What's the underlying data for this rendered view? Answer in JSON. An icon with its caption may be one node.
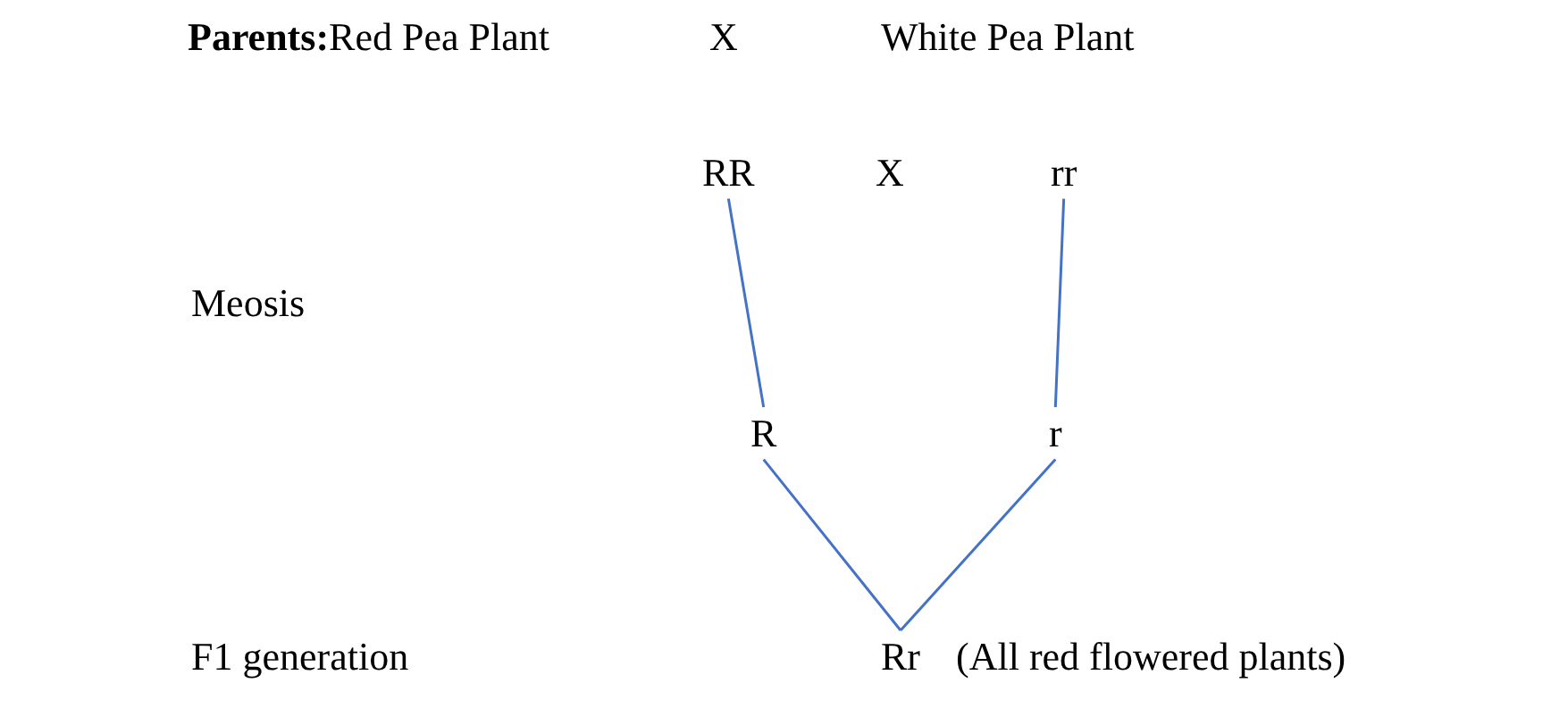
{
  "diagram": {
    "nodes": [
      {
        "text": [
          "RR"
        ]
      },
      {
        "text": [
          "rr"
        ]
      },
      {
        "text": [
          "R"
        ]
      },
      {
        "text": [
          "r"
        ]
      },
      {
        "text": [
          "Rr"
        ],
        "beside": [
          "(All red flowered plants)"
        ]
      }
    ],
    "edges": [
      {
        "from": 0,
        "to": 2,
        "arrow": "none"
      },
      {
        "from": 1,
        "to": 3,
        "arrow": "none"
      },
      {
        "from": 2,
        "to": 4,
        "arrow": "none"
      },
      {
        "from": 3,
        "to": 4,
        "arrow": "none"
      }
    ],
    "labels": [
      "**Parents:**Red Pea Plant",
      "X",
      "White Pea Plant",
      "X",
      "Meosis",
      "F1 generation"
    ]
  }
}
